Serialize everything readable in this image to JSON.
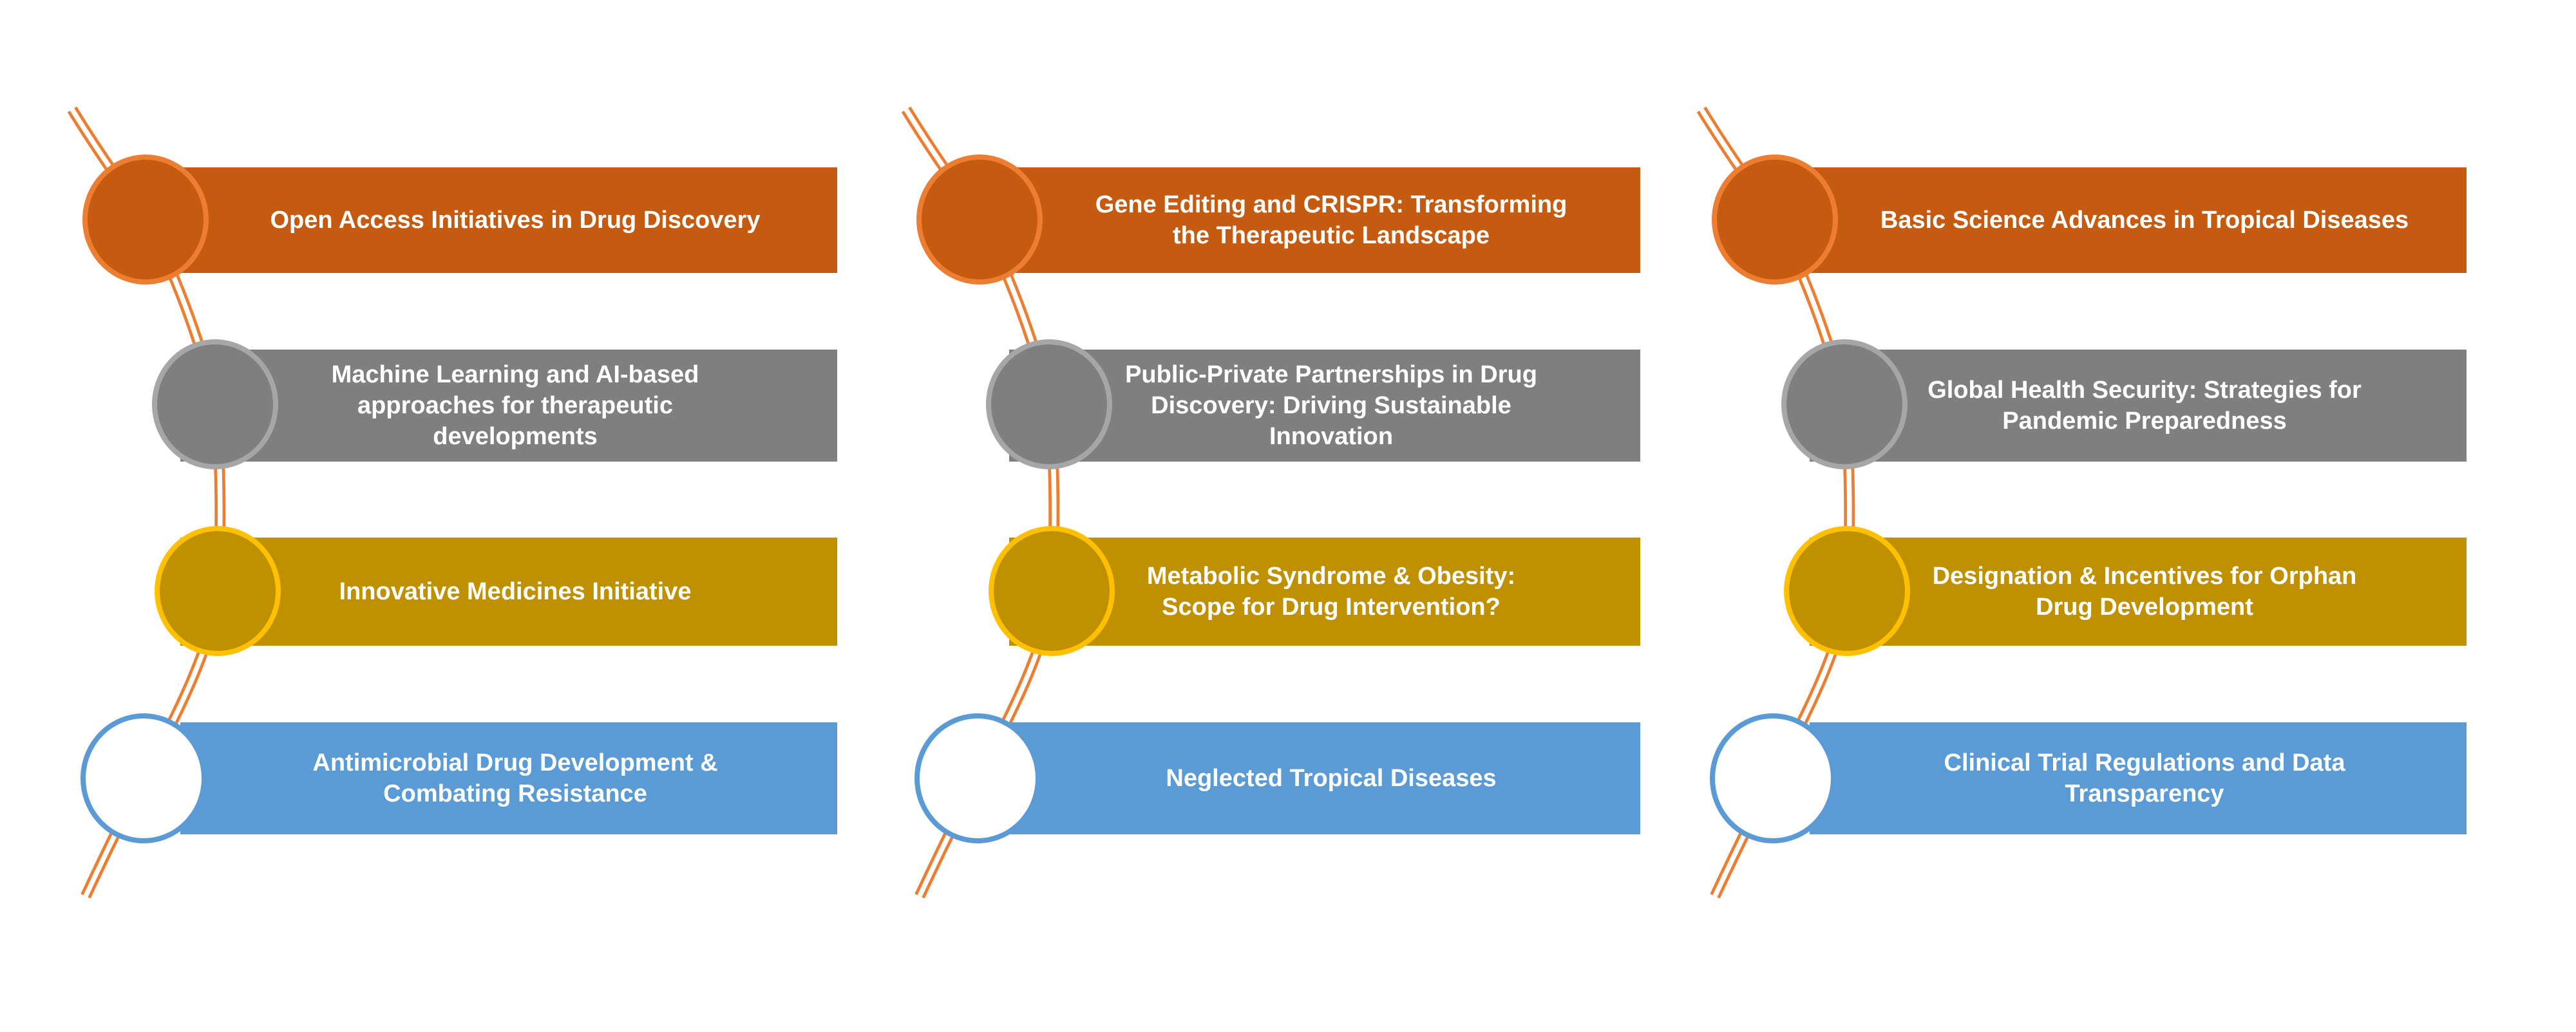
{
  "diagram": {
    "columns": [
      {
        "items": [
          {
            "text": "Open Access Initiatives in Drug Discovery",
            "color": "orange"
          },
          {
            "text": "Machine Learning and AI-based\napproaches for therapeutic\ndevelopments",
            "color": "gray"
          },
          {
            "text": "Innovative Medicines Initiative",
            "color": "gold"
          },
          {
            "text": "Antimicrobial Drug Development &\nCombating Resistance",
            "color": "blue"
          }
        ]
      },
      {
        "items": [
          {
            "text": "Gene Editing and CRISPR: Transforming\nthe Therapeutic Landscape",
            "color": "orange"
          },
          {
            "text": "Public-Private Partnerships in Drug\nDiscovery: Driving Sustainable\nInnovation",
            "color": "gray"
          },
          {
            "text": "Metabolic Syndrome & Obesity:\nScope for Drug Intervention?",
            "color": "gold"
          },
          {
            "text": "Neglected Tropical Diseases",
            "color": "blue"
          }
        ]
      },
      {
        "items": [
          {
            "text": "Basic Science Advances in Tropical Diseases",
            "color": "orange"
          },
          {
            "text": "Global Health Security: Strategies for\nPandemic Preparedness",
            "color": "gray"
          },
          {
            "text": "Designation & Incentives for Orphan\nDrug Development",
            "color": "gold"
          },
          {
            "text": "Clinical Trial Regulations and Data\nTransparency",
            "color": "blue"
          }
        ]
      }
    ]
  },
  "colors": {
    "orange": {
      "fill": "#C55A11",
      "border": "#ED7D31"
    },
    "gray": {
      "fill": "#7F7F7F",
      "border": "#A6A6A6"
    },
    "gold": {
      "fill": "#BF9000",
      "border": "#FFC000"
    },
    "blue": {
      "fill": "#5B9BD5",
      "border": "#5B9BD5",
      "circle_fill": "#FFFFFF"
    },
    "line": "#ED7D31",
    "text": "#FFFFFF"
  }
}
